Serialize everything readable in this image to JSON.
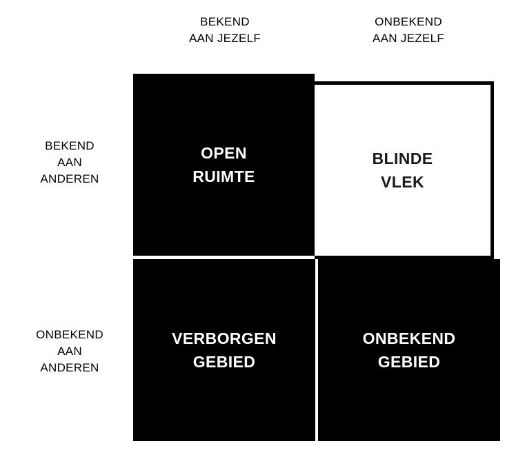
{
  "columns": {
    "known_to_self": "BEKEND\nAAN JEZELF",
    "unknown_to_self": "ONBEKEND\nAAN JEZELF"
  },
  "rows": {
    "known_to_others": "BEKEND\nAAN\nANDEREN",
    "unknown_to_others": "ONBEKEND\nAAN\nANDEREN"
  },
  "quadrants": {
    "open": "OPEN\nRUIMTE",
    "blind": "BLINDE\nVLEK",
    "hidden": "VERBORGEN\nGEBIED",
    "unknown": "ONBEKEND\nGEBIED"
  },
  "colors": {
    "dark_quadrant": "#000000",
    "light_quadrant": "#ffffff",
    "text_on_dark": "#ffffff"
  }
}
